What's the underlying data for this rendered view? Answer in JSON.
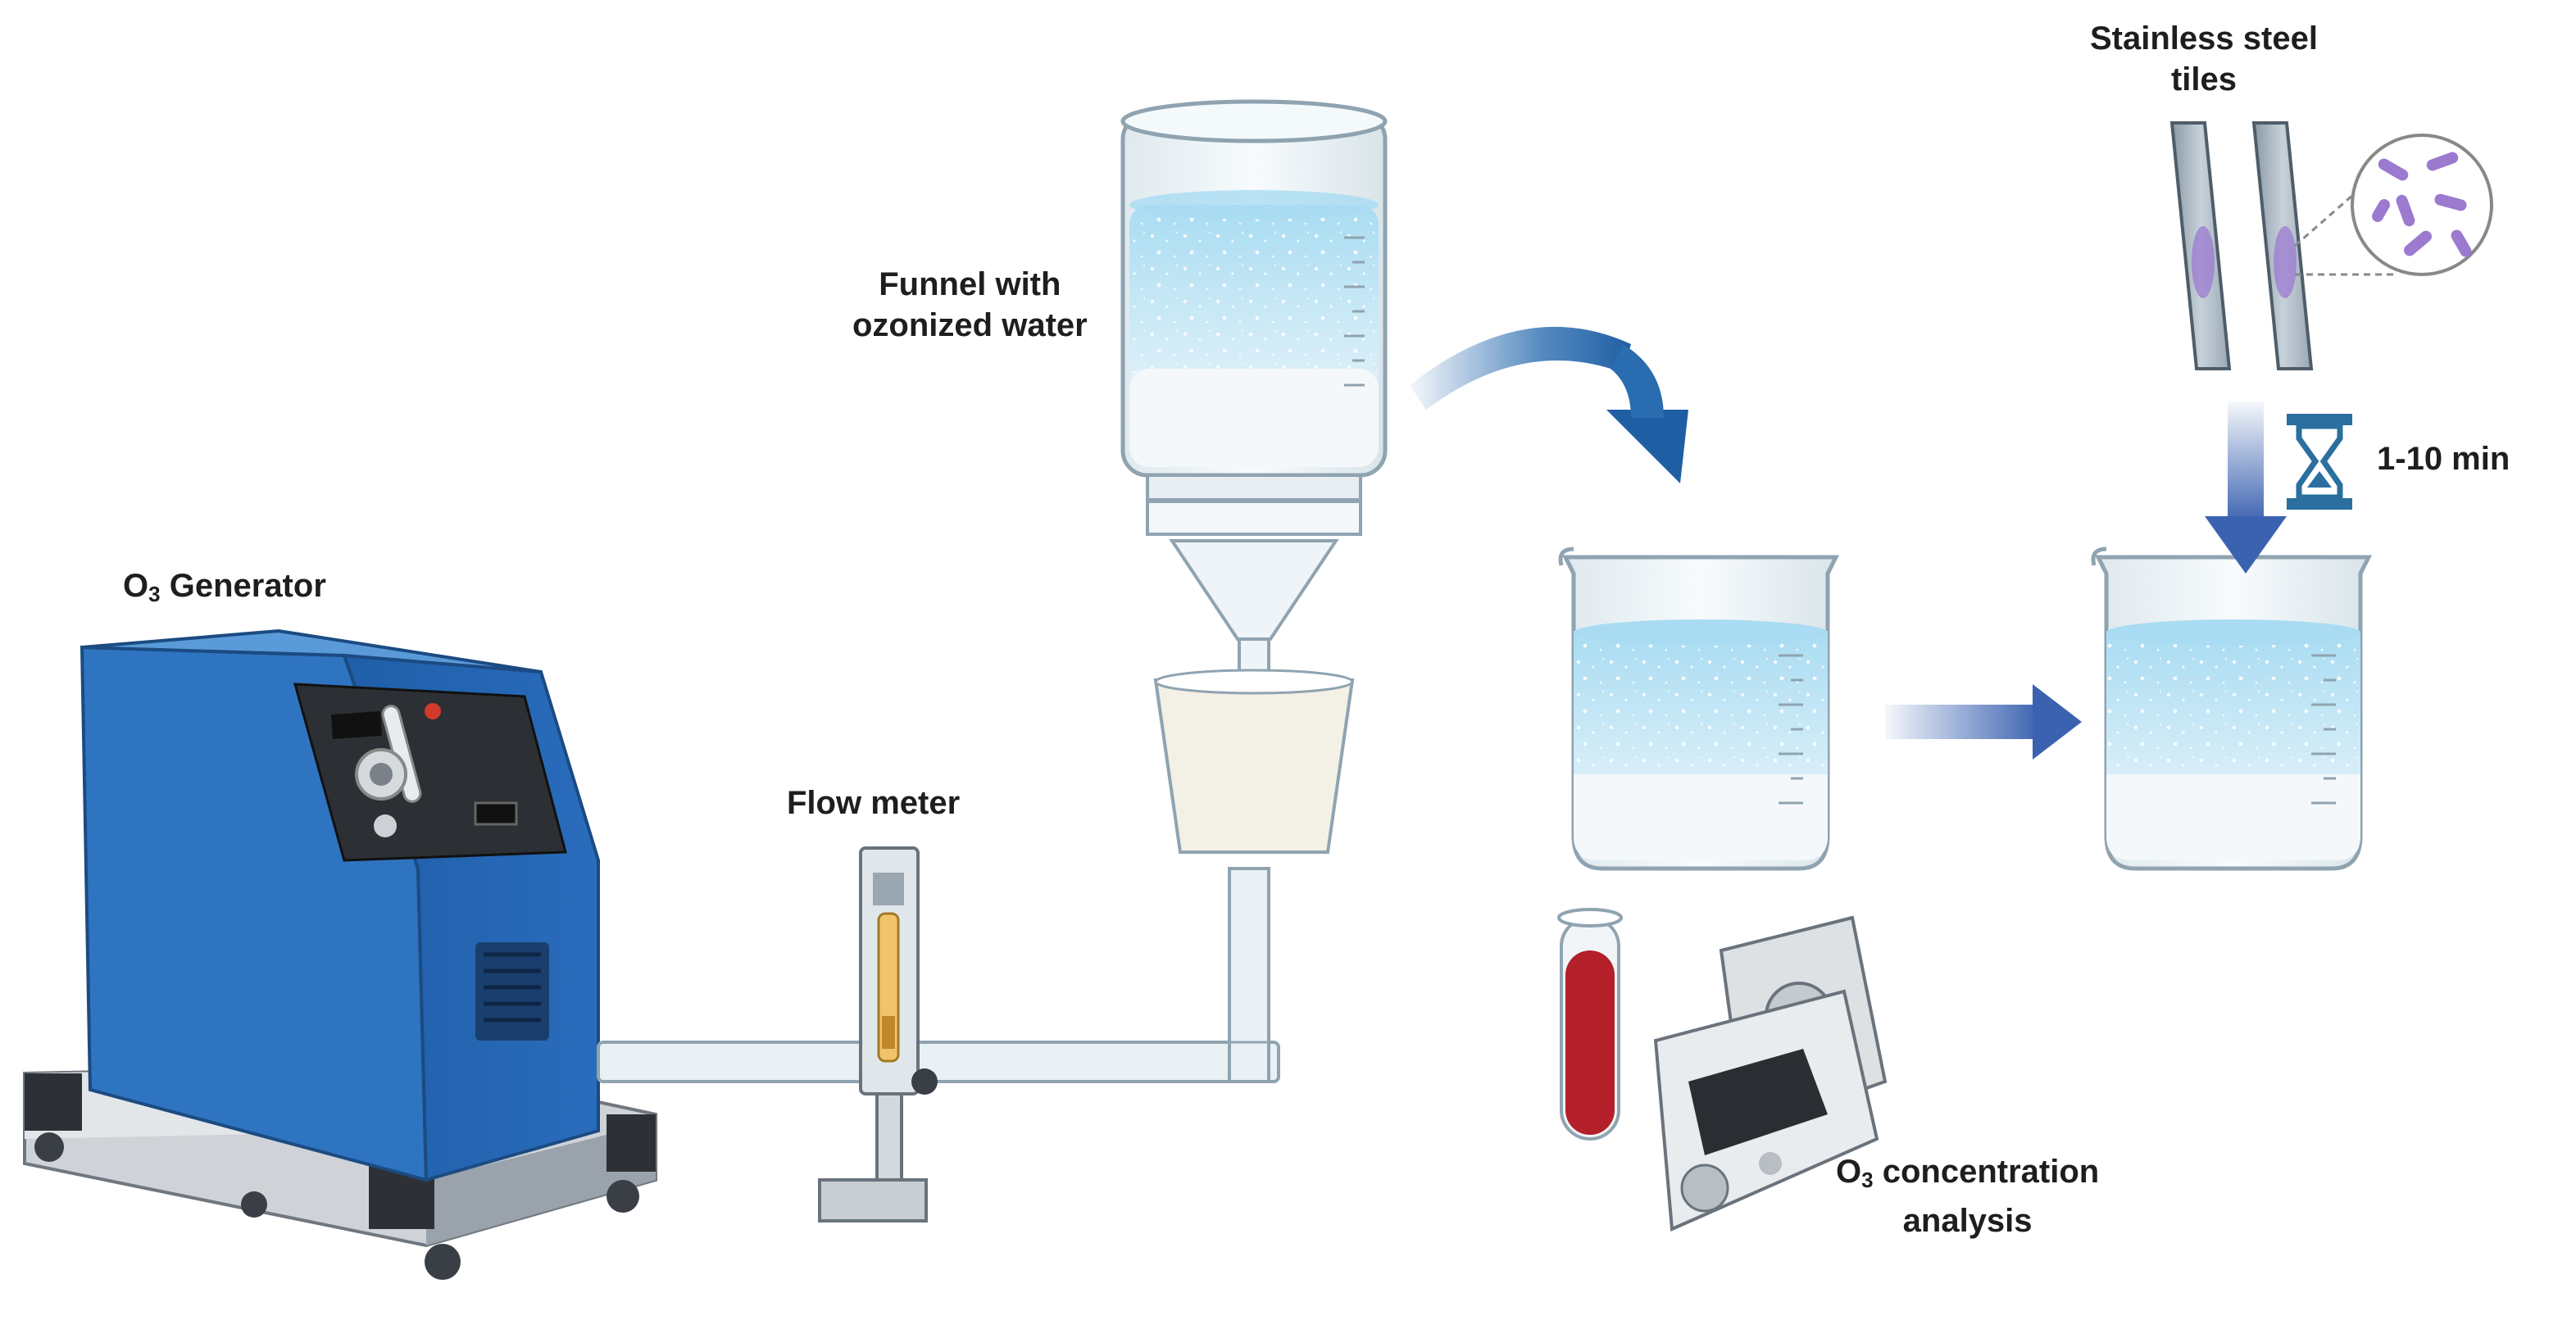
{
  "labels": {
    "o3_generator_prefix": "O",
    "o3_generator_sub": "3",
    "o3_generator_suffix": " Generator",
    "flow_meter": "Flow meter",
    "funnel_line1": "Funnel with",
    "funnel_line2": "ozonized water",
    "stainless_line1": "Stainless steel",
    "stainless_line2": "tiles",
    "time": "1-10 min",
    "analysis_prefix": "O",
    "analysis_sub": "3",
    "analysis_suffix": " concentration",
    "analysis_line2": "analysis"
  },
  "colors": {
    "generator_blue": "#2f74c0",
    "generator_dark": "#1e4f8e",
    "water_blue": "#8fd0ee",
    "arrow_blue": "#3b62b0",
    "curved_arrow_blue": "#2a6cb0",
    "blood_red": "#b3202a",
    "glass": "#e8f1f5",
    "bacteria_purple": "#9b7ad0"
  },
  "icons": [
    "hourglass-icon",
    "curved-arrow-icon",
    "right-arrow-icon",
    "down-arrow-icon"
  ]
}
